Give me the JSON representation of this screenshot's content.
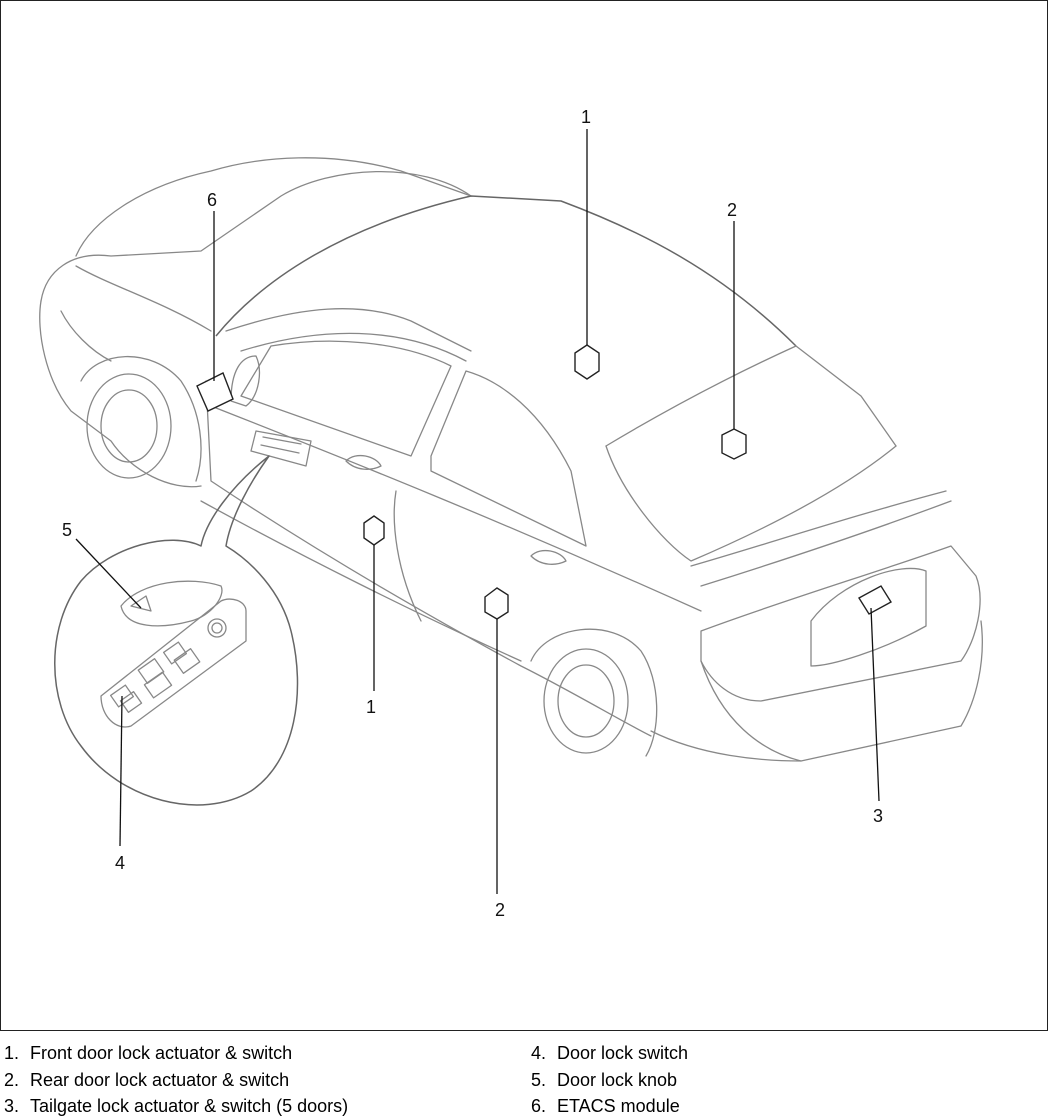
{
  "callouts": {
    "top_1": "1",
    "top_2": "2",
    "top_6": "6",
    "label_5": "5",
    "label_4": "4",
    "mid_1": "1",
    "bottom_2": "2",
    "label_3": "3"
  },
  "legend": {
    "col1": [
      {
        "num": "1.",
        "text": "Front door lock actuator & switch"
      },
      {
        "num": "2.",
        "text": "Rear door lock actuator & switch"
      },
      {
        "num": "3.",
        "text": "Tailgate lock actuator & switch (5 doors)"
      }
    ],
    "col2": [
      {
        "num": "4.",
        "text": "Door lock switch"
      },
      {
        "num": "5.",
        "text": "Door lock knob"
      },
      {
        "num": "6.",
        "text": "ETACS module"
      }
    ]
  }
}
